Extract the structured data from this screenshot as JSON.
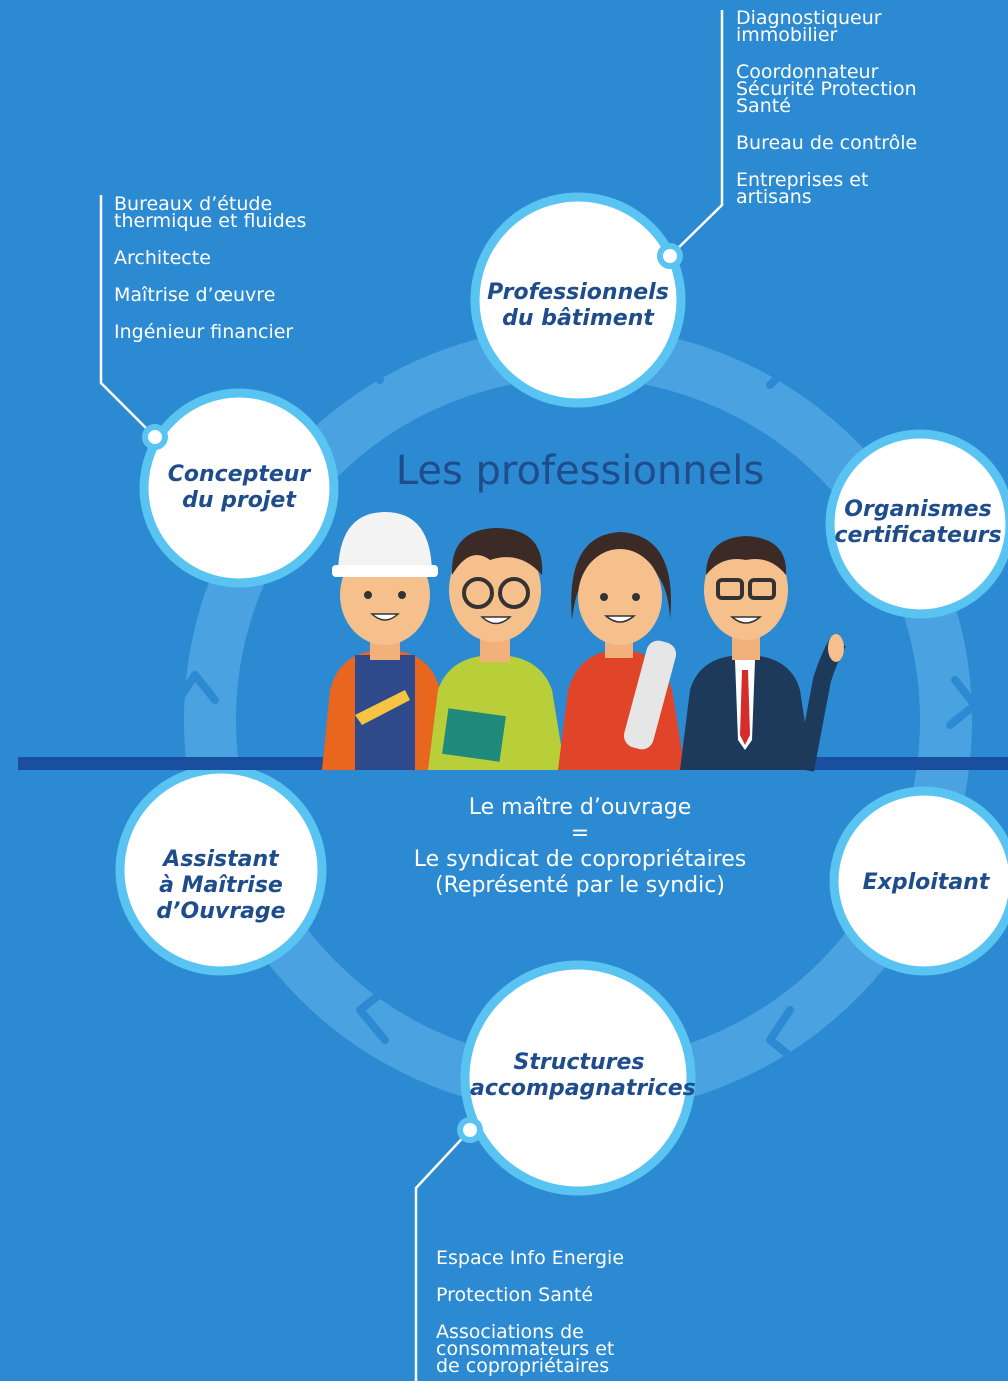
{
  "heading": "Les professionnels",
  "nodes": {
    "professionnels": "Professionnels\ndu bâtiment",
    "concepteur": "Concepteur\ndu projet",
    "organismes": "Organismes\ncertificateurs",
    "assistant": "Assistant\nà Maîtrise\nd’Ouvrage",
    "exploitant": "Exploitant",
    "structures": "Structures\naccompagnatrices"
  },
  "lists": {
    "professionnels": [
      "Diagnostiqueur\nimmobilier",
      "Coordonnateur\nSécurité Protection\nSanté",
      "Bureau de contrôle",
      "Entreprises et\nartisans"
    ],
    "concepteur": [
      "Bureaux d’étude\nthermique et fluides",
      "Architecte",
      "Maîtrise d’œuvre",
      "Ingénieur financier"
    ],
    "structures": [
      "Espace Info Energie",
      "Protection Santé",
      "Associations de\nconsommateurs et\nde copropriétaires"
    ]
  },
  "center": {
    "line1": "Le maître d’ouvrage",
    "line2": "=",
    "line3": "Le syndicat de copropriétaires",
    "line4": "(Représenté par le syndic)"
  },
  "colors": {
    "background": "#2b8ad1",
    "ring": "#4aa3e0",
    "node_border": "#59c3f1",
    "node_text": "#1f4d8c",
    "band": "#1a4fa0"
  }
}
